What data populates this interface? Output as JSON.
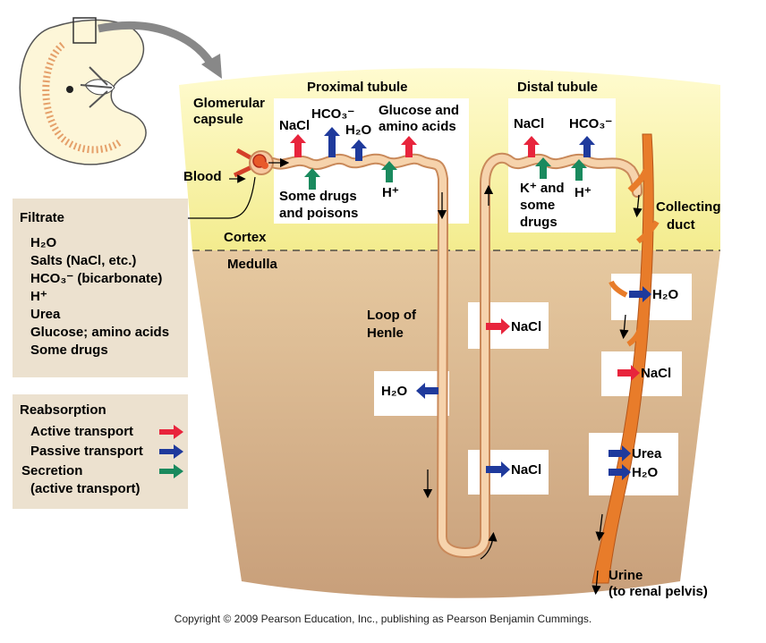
{
  "colors": {
    "cortex": "#fbf6a6",
    "medulla": "#d2b08a",
    "tubule": "#f4c79a",
    "duct": "#e87c2a",
    "active": "#e8243c",
    "passive": "#1f3a9c",
    "secretion": "#1a8a5e",
    "legend_bg": "#ece1cf"
  },
  "labels": {
    "proximal_tubule": "Proximal tubule",
    "distal_tubule": "Distal tubule",
    "glomerular_capsule_1": "Glomerular",
    "glomerular_capsule_2": "capsule",
    "blood": "Blood",
    "cortex": "Cortex",
    "medulla": "Medulla",
    "loop_of_henle_1": "Loop of",
    "loop_of_henle_2": "Henle",
    "collecting_duct_1": "Collecting",
    "collecting_duct_2": "duct",
    "urine_1": "Urine",
    "urine_2": "(to renal pelvis)"
  },
  "proximal": {
    "nacl": "NaCl",
    "hco3": "HCO₃⁻",
    "h2o": "H₂O",
    "glucose_1": "Glucose and",
    "glucose_2": "amino acids",
    "drugs_1": "Some drugs",
    "drugs_2": "and poisons",
    "h_plus": "H⁺"
  },
  "distal": {
    "nacl": "NaCl",
    "hco3": "HCO₃⁻",
    "k_1": "K⁺ and",
    "k_2": "some",
    "k_3": "drugs",
    "h_plus": "H⁺"
  },
  "medulla_boxes": {
    "loop_nacl_upper": "NaCl",
    "loop_h2o": "H₂O",
    "loop_nacl_lower": "NaCl",
    "duct_h2o_upper": "H₂O",
    "duct_nacl": "NaCl",
    "duct_urea": "Urea",
    "duct_h2o_lower": "H₂O"
  },
  "filtrate": {
    "title": "Filtrate",
    "items": [
      "H₂O",
      "Salts (NaCl, etc.)",
      "HCO₃⁻ (bicarbonate)",
      "H⁺",
      "Urea",
      "Glucose; amino acids",
      "Some drugs"
    ]
  },
  "legend": {
    "title": "Reabsorption",
    "active": "Active transport",
    "passive": "Passive transport",
    "secretion_1": "Secretion",
    "secretion_2": "(active transport)"
  },
  "copyright": "Copyright © 2009 Pearson Education, Inc., publishing as Pearson Benjamin Cummings."
}
